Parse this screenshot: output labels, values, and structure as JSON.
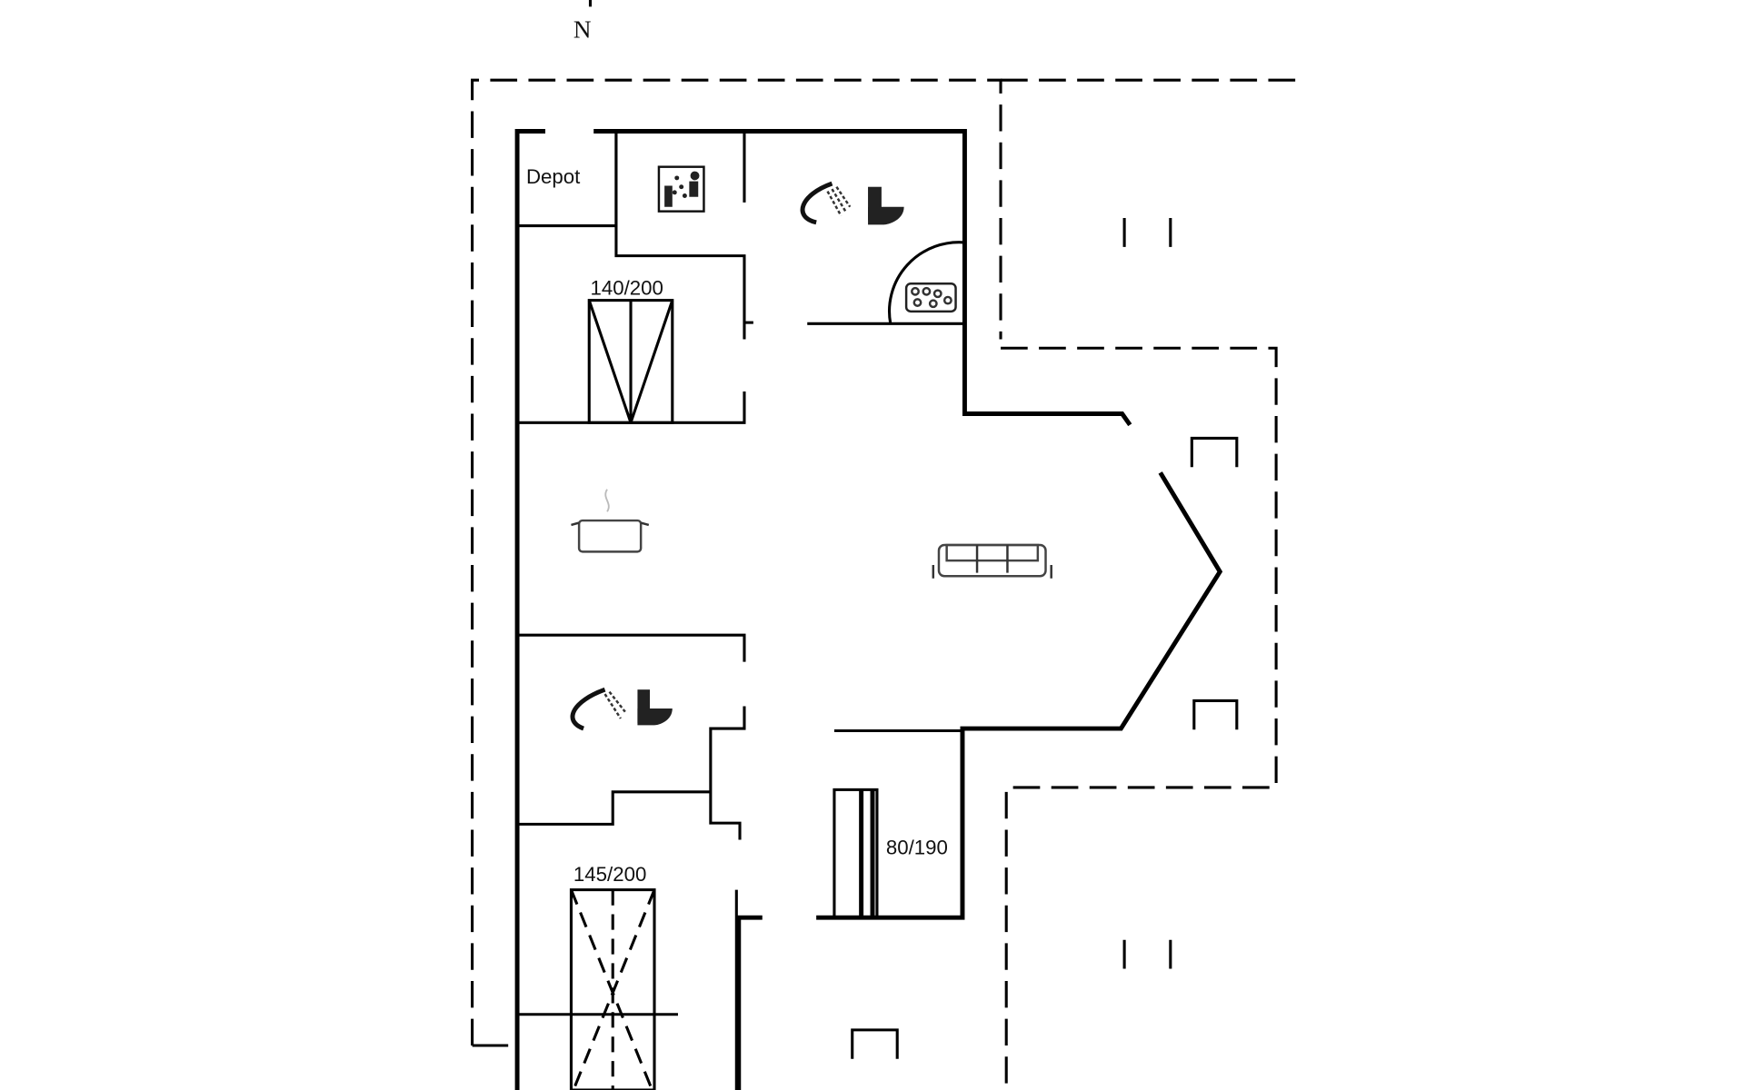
{
  "compass": {
    "label": "N"
  },
  "rooms": {
    "depot": "Depot",
    "bed1_size": "140/200",
    "bed2_size": "80/190",
    "bed3_size": "145/200"
  },
  "colors": {
    "line": "#000000",
    "background": "#ffffff"
  }
}
